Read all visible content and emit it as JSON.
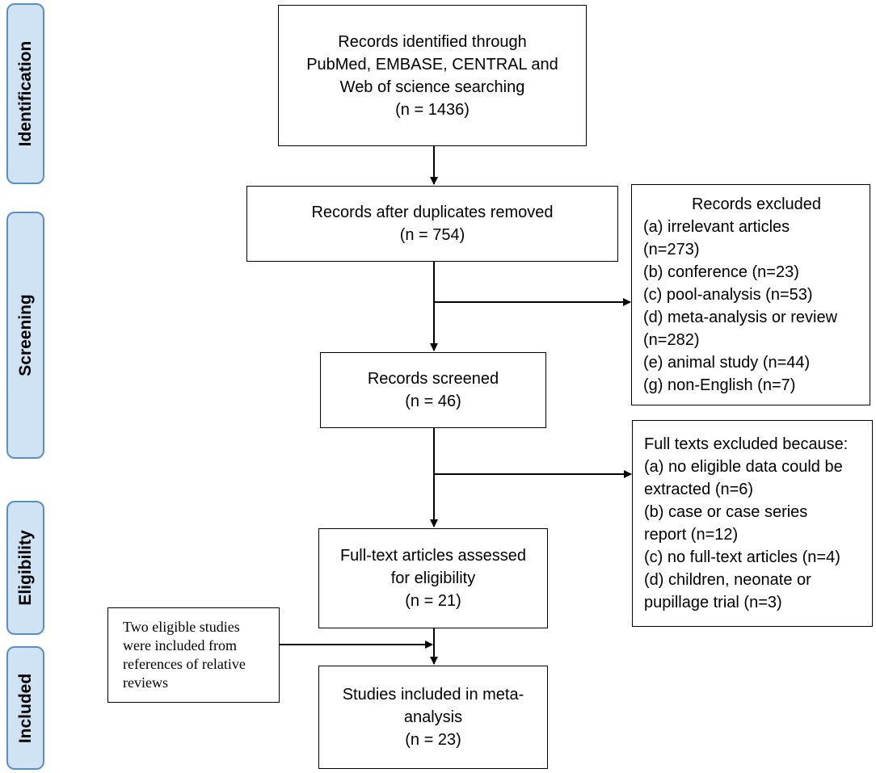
{
  "stages": {
    "identification": "Identification",
    "screening": "Screening",
    "eligibility": "Eligibility",
    "included": "Included"
  },
  "identified": {
    "lines": [
      "Records identified through",
      "PubMed, EMBASE, CENTRAL and",
      "Web of science searching",
      "(n = 1436)"
    ]
  },
  "after_duplicates": {
    "lines": [
      "Records after duplicates removed",
      "(n = 754)"
    ]
  },
  "excluded_records": {
    "title": "Records excluded",
    "lines": [
      "(a) irrelevant articles",
      "(n=273)",
      "(b) conference (n=23)",
      "(c) pool-analysis (n=53)",
      "(d) meta-analysis or review",
      "(n=282)",
      "(e) animal study (n=44)",
      "(g) non-English (n=7)"
    ]
  },
  "screened": {
    "lines": [
      "Records screened",
      "(n = 46)"
    ]
  },
  "fulltext_excluded": {
    "title": "Full texts excluded because:",
    "lines": [
      "(a) no eligible data could be",
      "extracted (n=6)",
      "(b) case or case series",
      "report (n=12)",
      "(c) no full-text articles (n=4)",
      "(d) children, neonate or",
      "pupillage trial (n=3)"
    ]
  },
  "assessed": {
    "lines": [
      "Full-text articles assessed",
      "for eligibility",
      "(n = 21)"
    ]
  },
  "additional": {
    "lines": [
      "Two eligible studies",
      "were included from",
      "references of relative",
      "reviews"
    ]
  },
  "included": {
    "lines": [
      "Studies included in meta-",
      "analysis",
      "(n = 23)"
    ]
  }
}
